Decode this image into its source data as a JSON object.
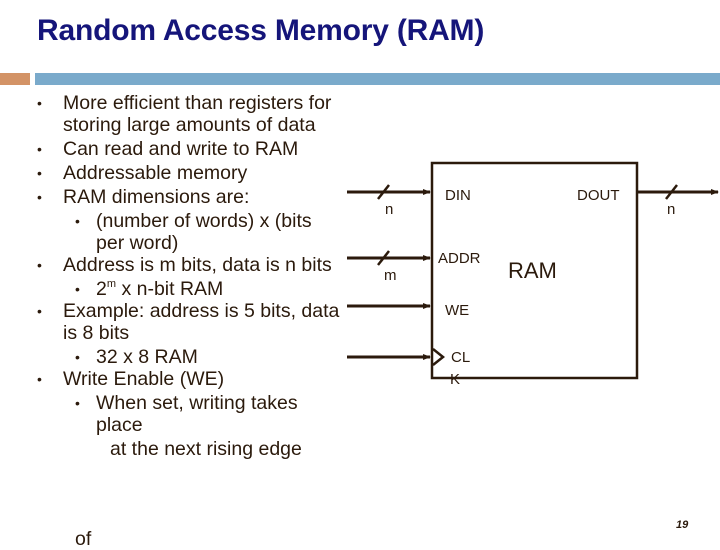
{
  "slide": {
    "title": "Random Access Memory (RAM)",
    "page_number": "19"
  },
  "bullets": [
    {
      "level": 1,
      "text": "More efficient than registers for storing large amounts of data"
    },
    {
      "level": 1,
      "text": "Can read and write to RAM"
    },
    {
      "level": 1,
      "text": "Addressable memory"
    },
    {
      "level": 1,
      "text": "RAM dimensions are:"
    },
    {
      "level": 2,
      "text": "(number of words) x (bits per word)"
    },
    {
      "level": 1,
      "text": "Address is m bits, data is n bits"
    },
    {
      "level": 2,
      "base": "2",
      "sup": "m",
      "rest": " x n-bit RAM"
    },
    {
      "level": 1,
      "text": "Example: address is 5 bits, data is 8 bits"
    },
    {
      "level": 2,
      "text": "32 x 8 RAM"
    },
    {
      "level": 1,
      "text": "Write Enable (WE)"
    },
    {
      "level": 2,
      "text": "When set, writing takes place"
    },
    {
      "level": 3,
      "text": "at the next rising edge"
    },
    {
      "level": 3,
      "text": "of"
    }
  ],
  "diagram": {
    "block_label": "RAM",
    "inputs": {
      "din": {
        "label": "DIN",
        "width": "n"
      },
      "addr": {
        "label": "ADDR",
        "width": "m"
      },
      "we": {
        "label": "WE"
      },
      "clk": {
        "label_line1": "CL",
        "label_line2": "K"
      }
    },
    "outputs": {
      "dout": {
        "label": "DOUT",
        "width": "n"
      }
    }
  },
  "colors": {
    "title": "#15157a",
    "accent_orange": "#d39366",
    "accent_blue": "#7aaacb",
    "ink": "#2b1a0c"
  }
}
